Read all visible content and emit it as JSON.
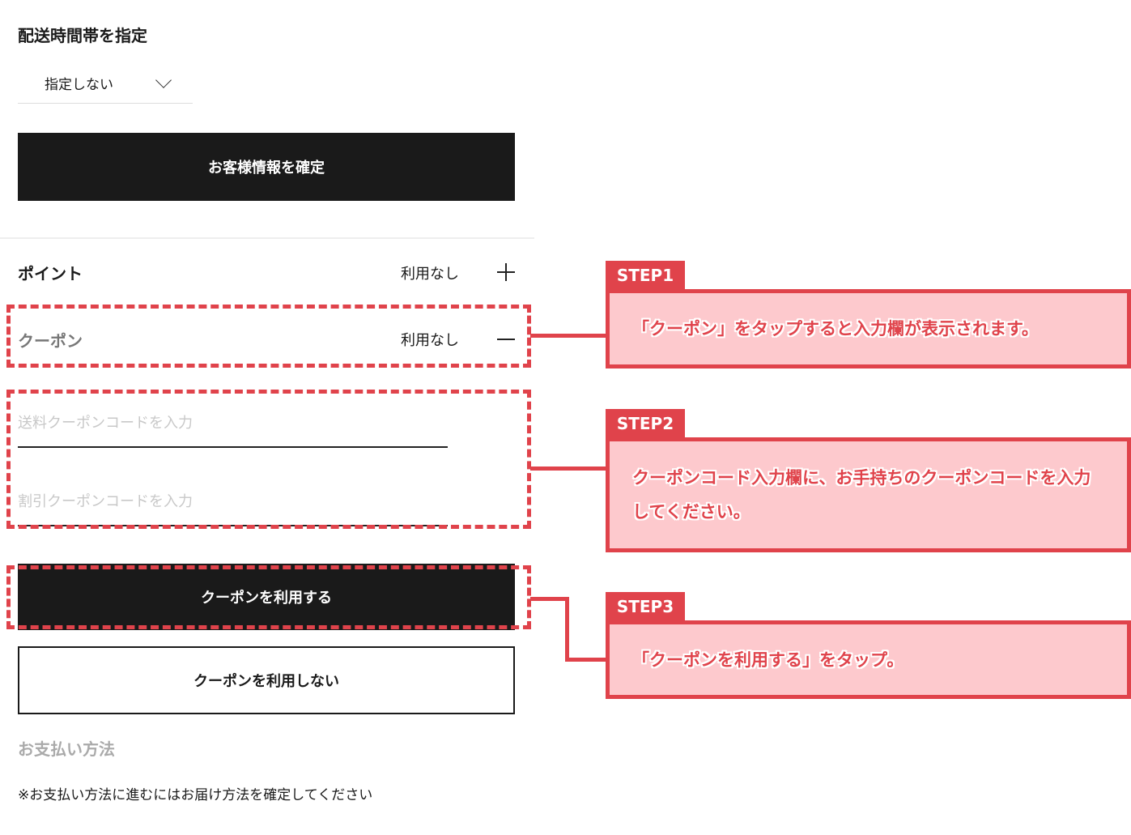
{
  "delivery": {
    "title": "配送時間帯を指定",
    "select_value": "指定しない"
  },
  "confirm_button": "お客様情報を確定",
  "point": {
    "label": "ポイント",
    "value": "利用なし"
  },
  "coupon": {
    "label": "クーポン",
    "value": "利用なし",
    "shipping_placeholder": "送料クーポンコードを入力",
    "discount_placeholder": "割引クーポンコードを入力",
    "use_button": "クーポンを利用する",
    "no_use_button": "クーポンを利用しない"
  },
  "payment": {
    "title": "お支払い方法",
    "note": "※お支払い方法に進むにはお届け方法を確定してください"
  },
  "steps": [
    {
      "tab": "STEP1",
      "text": "「クーポン」をタップすると入力欄が表示されます。"
    },
    {
      "tab": "STEP2",
      "text": "クーポンコード入力欄に、お手持ちのクーポンコードを入力してください。"
    },
    {
      "tab": "STEP3",
      "text": "「クーポンを利用する」をタップ。"
    }
  ],
  "colors": {
    "accent": "#e0434b",
    "annotation_fill": "#fdc9cd",
    "button": "#1a1a1a"
  }
}
